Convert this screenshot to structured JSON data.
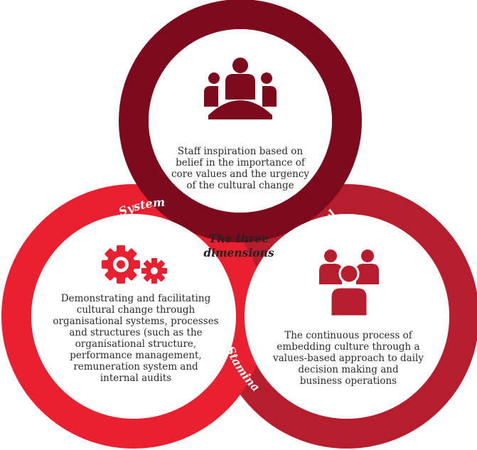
{
  "center_title": {
    "line1": "The three",
    "line2": "dimensions"
  },
  "circles": {
    "soul": {
      "label": "Soul",
      "color": "#7d0a1c",
      "icon": "team-leader-icon",
      "text": [
        "Staff inspiration based on",
        "belief in the importance of",
        "core values and the urgency",
        "of the cultural change"
      ]
    },
    "system": {
      "label": "System",
      "color": "#e8202f",
      "icon": "gears-icon",
      "text": [
        "Demonstrating and facilitating",
        "cultural change through",
        "organisational systems, processes",
        "and structures (such as the",
        "organisational structure,",
        "performance management,",
        "remuneration system and",
        "internal audits"
      ]
    },
    "stamina": {
      "label": "Stamina",
      "color": "#b61e2e",
      "icon": "group-icon",
      "text": [
        "The continuous process of",
        "embedding culture through a",
        "values-based approach to daily",
        "decision making and",
        "business operations"
      ]
    }
  }
}
